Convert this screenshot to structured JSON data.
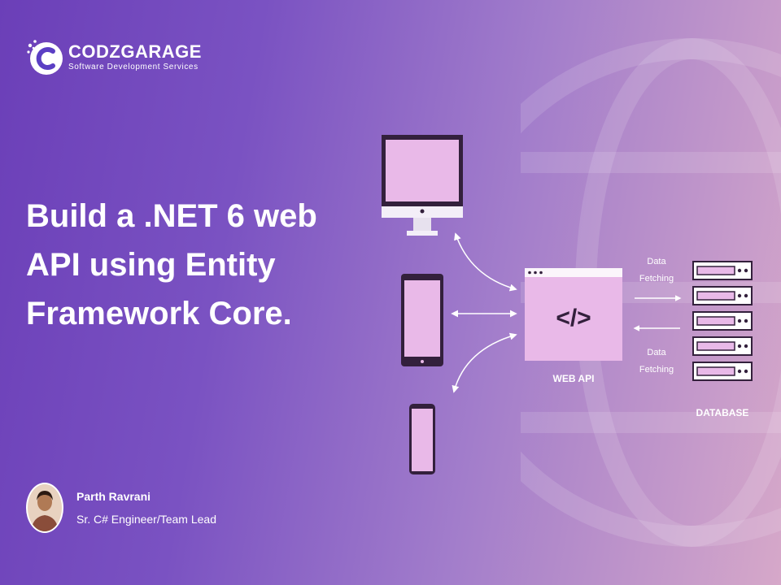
{
  "brand": {
    "name": "CODZGARAGE",
    "tagline": "Software Development Services"
  },
  "headline": {
    "line1": "Build a .NET 6 web",
    "line2": "API using Entity",
    "line3": "Framework Core."
  },
  "author": {
    "name": "Parth Ravrani",
    "role": "Sr. C# Engineer/Team Lead"
  },
  "diagram": {
    "webapi_label": "WEB API",
    "database_label": "DATABASE",
    "code_glyph": "</>",
    "fetch_top": [
      "Data",
      "Fetching"
    ],
    "fetch_bottom": [
      "Data",
      "Fetching"
    ]
  },
  "colors": {
    "device_screen": "#e9b9e8",
    "device_frame": "#33203c",
    "background_start": "#6b3fb8",
    "background_end": "#d6a8c9"
  }
}
